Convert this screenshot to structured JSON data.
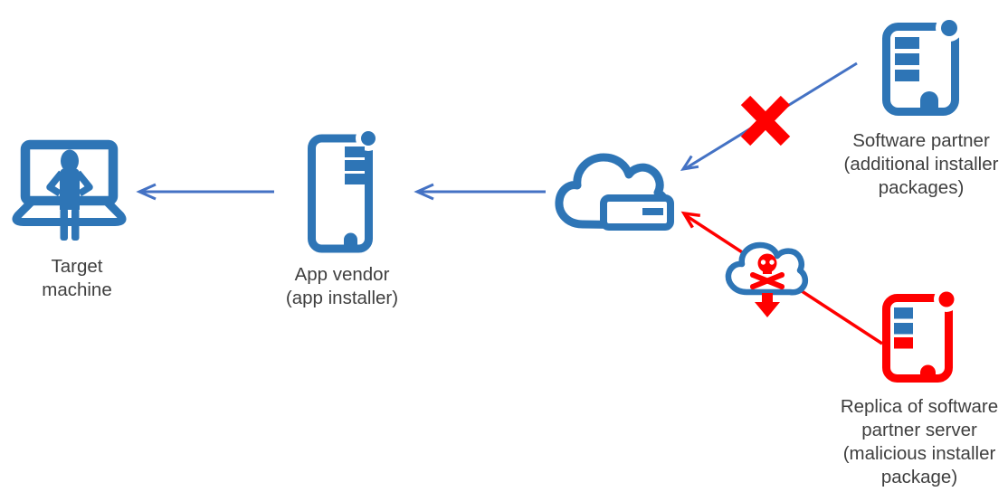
{
  "diagram": {
    "colors": {
      "icon_blue": "#2E75B6",
      "arrow_blue": "#4472C4",
      "alert_red": "#FF0000",
      "label_text": "#3F3F3F",
      "background": "#FFFFFF"
    },
    "nodes": {
      "target_machine": {
        "icon": "laptop-user-icon",
        "label_lines": [
          "Target",
          "machine"
        ]
      },
      "app_vendor": {
        "icon": "building-server-icon",
        "label_lines": [
          "App vendor",
          "(app installer)"
        ]
      },
      "cloud_service": {
        "icon": "cloud-server-icon",
        "label_lines": []
      },
      "software_partner": {
        "icon": "building-server-icon",
        "label_lines": [
          "Software partner",
          "(additional installer",
          "packages)"
        ]
      },
      "replica_server": {
        "icon": "building-server-red-icon",
        "label_lines": [
          "Replica of software",
          "partner server",
          "(malicious installer",
          "package)"
        ]
      },
      "malicious_payload": {
        "icon": "malicious-cloud-skull-icon",
        "label_lines": []
      }
    },
    "edges": [
      {
        "from": "app_vendor",
        "to": "target_machine",
        "color": "#4472C4",
        "blocked": false
      },
      {
        "from": "cloud_service",
        "to": "app_vendor",
        "color": "#4472C4",
        "blocked": false
      },
      {
        "from": "software_partner",
        "to": "cloud_service",
        "color": "#4472C4",
        "blocked": true
      },
      {
        "from": "replica_server",
        "to": "cloud_service",
        "color": "#FF0000",
        "blocked": false
      }
    ]
  }
}
